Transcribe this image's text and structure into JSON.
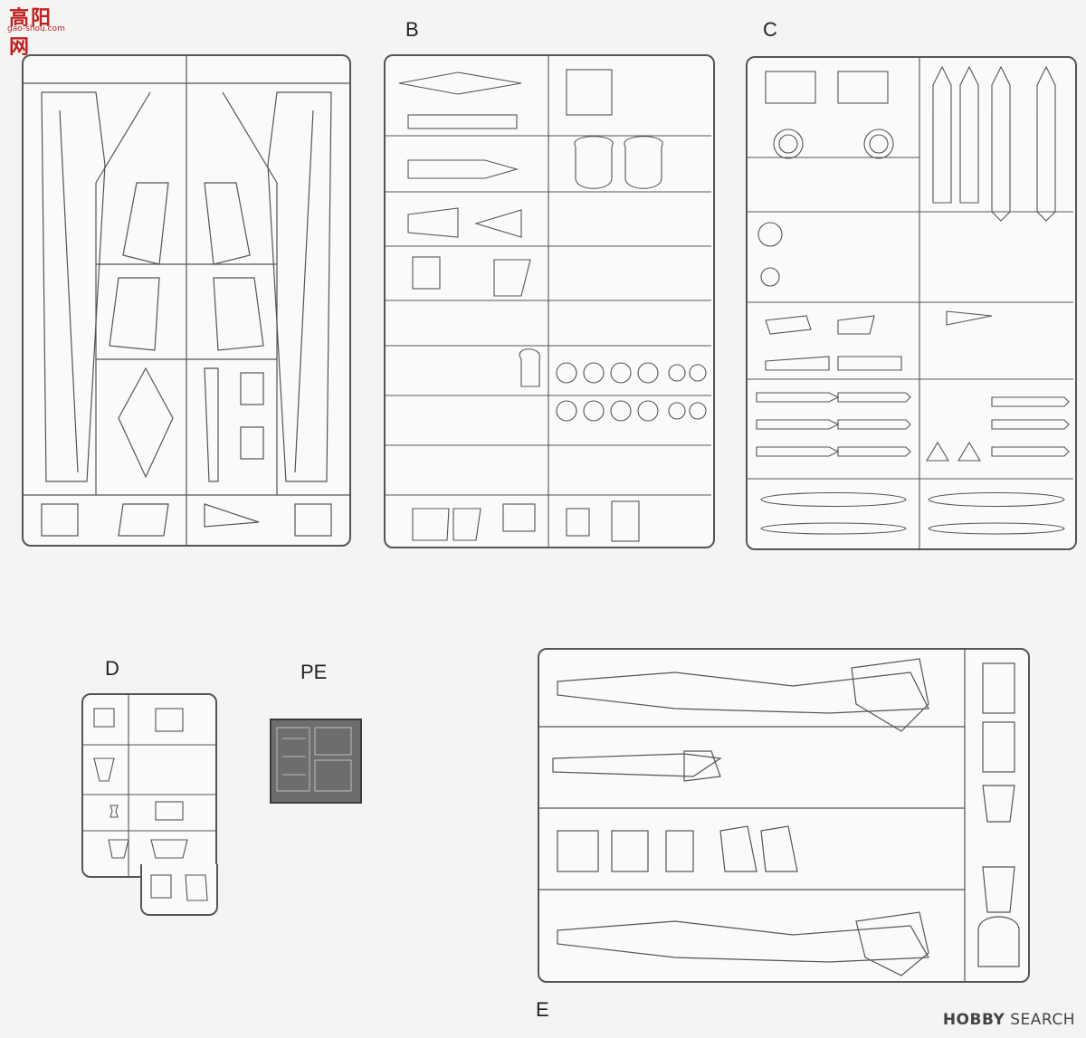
{
  "logo": {
    "main": "高阳网",
    "sub": "gao-shou.com"
  },
  "sprue_labels": {
    "b": "B",
    "c": "C",
    "d": "D",
    "pe": "PE",
    "e": "E"
  },
  "watermark": {
    "brand": "HOBBY",
    "rest": " SEARCH"
  }
}
